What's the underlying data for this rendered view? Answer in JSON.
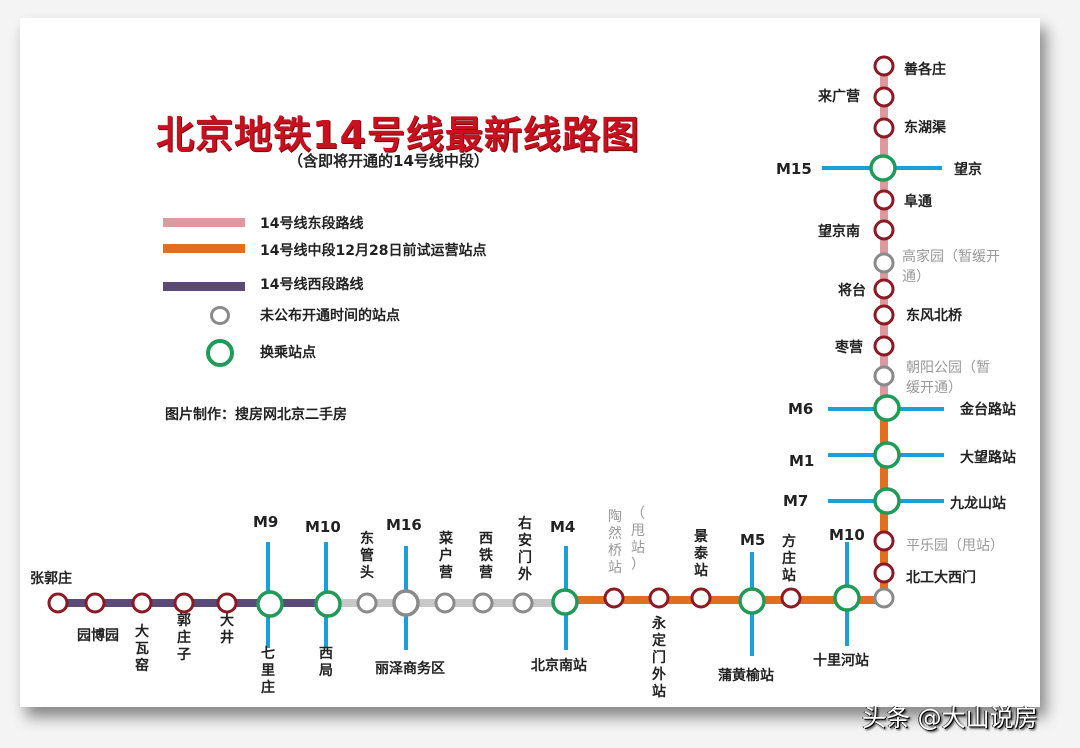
{
  "header": {
    "title": "北京地铁14号线最新线路图",
    "subtitle": "（含即将开通的14号线中段）"
  },
  "legend": {
    "items": [
      {
        "type": "line",
        "color": "#dc9aa0",
        "label": "14号线东段路线"
      },
      {
        "type": "line",
        "color": "#e26e1f",
        "label": "14号线中段12月28日前试运营站点"
      },
      {
        "type": "line",
        "color": "#5a4a78",
        "label": "14号线西段路线"
      },
      {
        "type": "ring",
        "color": "#8a8a8a",
        "label": "未公布开通时间的站点"
      },
      {
        "type": "ring",
        "color": "#1f9a58",
        "label": "换乘站点"
      }
    ],
    "credit": "图片制作：搜房网北京二手房"
  },
  "colors": {
    "east_segment": "#dc9aa0",
    "middle_segment": "#e26e1f",
    "west_segment": "#5a4a78",
    "unopened_segment": "#c8c8c8",
    "transfer_line": "#1aa0d8",
    "station_ring": "#8b1a24",
    "transfer_ring": "#1f9a58",
    "unopened_ring": "#8a8a8a",
    "title_red": "#c8101e"
  },
  "west_section": {
    "stations": [
      {
        "name": "张郭庄",
        "type": "normal"
      },
      {
        "name": "园博园",
        "type": "normal"
      },
      {
        "name": "大瓦窑",
        "type": "normal"
      },
      {
        "name": "郭庄子",
        "type": "normal"
      },
      {
        "name": "大井",
        "type": "normal"
      },
      {
        "name": "七里庄",
        "type": "transfer",
        "line": "M9"
      },
      {
        "name": "西局",
        "type": "transfer",
        "line": "M10"
      }
    ]
  },
  "unopened_section": {
    "stations": [
      {
        "name": "东管头",
        "type": "unopened"
      },
      {
        "name": "丽泽商务区",
        "type": "unopened-transfer",
        "line": "M16"
      },
      {
        "name": "菜户营",
        "type": "unopened"
      },
      {
        "name": "西铁营",
        "type": "unopened"
      },
      {
        "name": "右安门外",
        "type": "unopened"
      },
      {
        "name": "北京南站",
        "type": "transfer",
        "line": "M4"
      }
    ]
  },
  "middle_section": {
    "stations": [
      {
        "name": "陶然桥站",
        "note": "（甩站）",
        "type": "skipped"
      },
      {
        "name": "永定门外站",
        "type": "normal"
      },
      {
        "name": "景泰站",
        "type": "normal"
      },
      {
        "name": "蒲黄榆站",
        "type": "transfer",
        "line": "M5"
      },
      {
        "name": "方庄站",
        "type": "normal"
      },
      {
        "name": "十里河站",
        "type": "transfer",
        "line": "M10"
      },
      {
        "name": "",
        "type": "unopened"
      },
      {
        "name": "北工大西门",
        "type": "normal"
      },
      {
        "name": "平乐园（甩站）",
        "type": "skipped"
      },
      {
        "name": "九龙山站",
        "type": "transfer",
        "line": "M7"
      },
      {
        "name": "大望路站",
        "type": "transfer",
        "line": "M1"
      },
      {
        "name": "金台路站",
        "type": "transfer",
        "line": "M6"
      }
    ]
  },
  "east_section": {
    "stations": [
      {
        "name": "朝阳公园（暂缓开通）",
        "type": "unopened"
      },
      {
        "name": "枣营",
        "type": "normal"
      },
      {
        "name": "东风北桥",
        "type": "normal"
      },
      {
        "name": "将台",
        "type": "normal"
      },
      {
        "name": "高家园（暂缓开通）",
        "type": "unopened"
      },
      {
        "name": "望京南",
        "type": "normal"
      },
      {
        "name": "阜通",
        "type": "normal"
      },
      {
        "name": "望京",
        "type": "transfer",
        "line": "M15"
      },
      {
        "name": "东湖渠",
        "type": "normal"
      },
      {
        "name": "来广营",
        "type": "normal"
      },
      {
        "name": "善各庄",
        "type": "normal"
      }
    ]
  },
  "labels": {
    "m9": "M9",
    "m10a": "M10",
    "m16": "M16",
    "m4": "M4",
    "m5": "M5",
    "m10b": "M10",
    "m7": "M7",
    "m1": "M1",
    "m6": "M6",
    "m15": "M15",
    "zhangguozhuang": "张郭庄",
    "yuanboyuan": "园博园",
    "dawayao": [
      "大",
      "瓦",
      "窑"
    ],
    "guozhuangzi": [
      "郭",
      "庄",
      "子"
    ],
    "dajing": [
      "大",
      "井"
    ],
    "qilizhuang": [
      "七",
      "里",
      "庄"
    ],
    "xiju": [
      "西",
      "局"
    ],
    "dongguantou": [
      "东",
      "管",
      "头"
    ],
    "lize": "丽泽商务区",
    "caihuying": [
      "菜",
      "户",
      "营"
    ],
    "xitieying": [
      "西",
      "铁",
      "营"
    ],
    "youanmenwai": [
      "右",
      "安",
      "门",
      "外"
    ],
    "beijingnan": "北京南站",
    "taoranqiao": [
      "陶",
      "然",
      "桥",
      "站"
    ],
    "taoranqiao_note": [
      "（",
      "甩",
      "站",
      "）"
    ],
    "yongdingmenwai": [
      "永",
      "定",
      "门",
      "外",
      "站"
    ],
    "jingtai": [
      "景",
      "泰",
      "站"
    ],
    "puhuangyu": "蒲黄榆站",
    "fangzhuang": [
      "方",
      "庄",
      "站"
    ],
    "shilihe": "十里河站",
    "beigongda": "北工大西门",
    "pingleyuan": "平乐园（甩站）",
    "jiulongshan": "九龙山站",
    "dawanglu": "大望路站",
    "jintailu": "金台路站",
    "chaoyanggongyuan_1": "朝阳公园（暂",
    "chaoyanggongyuan_2": "缓开通）",
    "zaoying": "枣营",
    "dongfengbeiqiao": "东风北桥",
    "jiangtai": "将台",
    "gaojiayuan_1": "高家园（暂缓开",
    "gaojiayuan_2": "通）",
    "wangjingnan": "望京南",
    "futong": "阜通",
    "wangjing": "望京",
    "donghuqu": "东湖渠",
    "laiguangying": "来广营",
    "shangezhuang": "善各庄"
  },
  "watermark": "头条 @大山说房"
}
